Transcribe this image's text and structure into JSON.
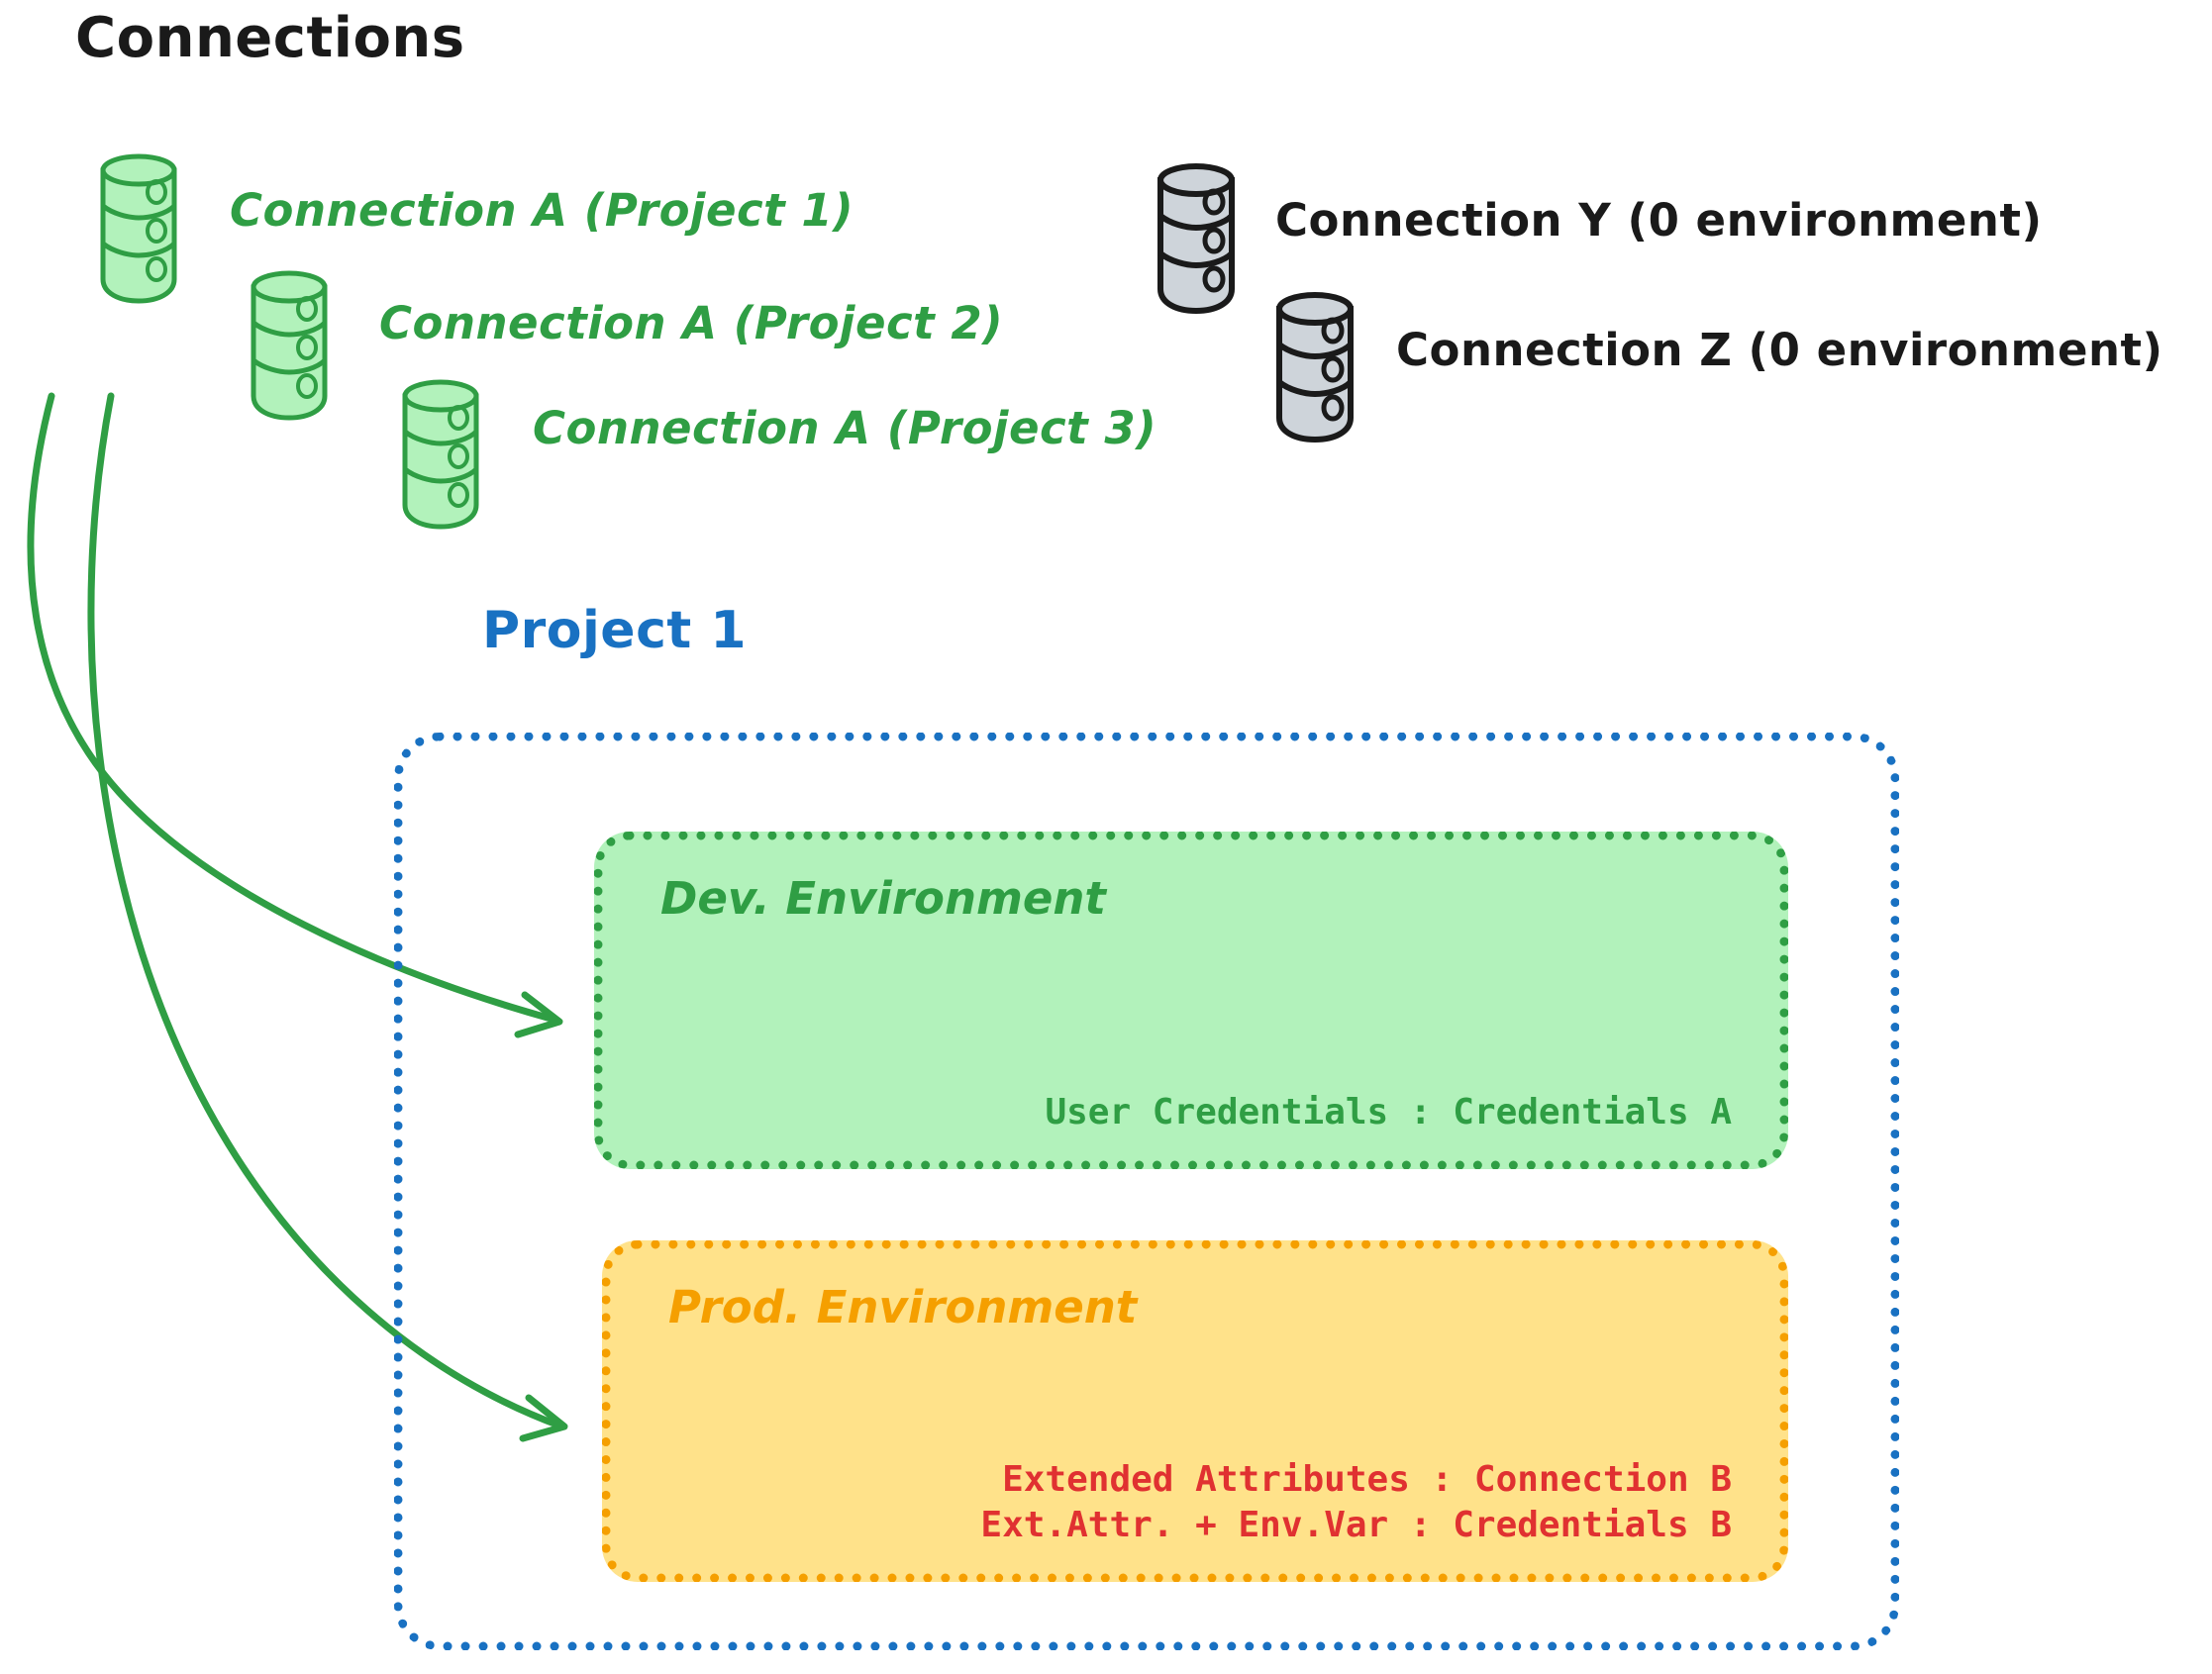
{
  "title": "Connections",
  "connections": {
    "green": [
      {
        "icon": "database-cylinder-icon",
        "label": "Connection A (Project 1)"
      },
      {
        "icon": "database-cylinder-icon",
        "label": "Connection A (Project 2)"
      },
      {
        "icon": "database-cylinder-icon",
        "label": "Connection A (Project 3)"
      }
    ],
    "gray": [
      {
        "icon": "database-cylinder-icon",
        "label": "Connection Y (0 environment)"
      },
      {
        "icon": "database-cylinder-icon",
        "label": "Connection Z (0 environment)"
      }
    ]
  },
  "project": {
    "title": "Project 1",
    "environments": [
      {
        "name": "Dev. Environment",
        "color": "#2f9e44",
        "fill": "#b2f2bb",
        "lines": [
          "User Credentials : Credentials A"
        ]
      },
      {
        "name": "Prod. Environment",
        "color": "#f59f00",
        "fill": "#ffe28a",
        "lines": [
          "Extended Attributes : Connection B",
          "Ext.Attr. + Env.Var : Credentials B"
        ]
      }
    ]
  },
  "colors": {
    "green_stroke": "#2f9e44",
    "green_fill": "#b2f2bb",
    "gray_stroke": "#1a1a1a",
    "gray_fill": "#ced4da",
    "blue": "#1971c2",
    "orange": "#f59f00",
    "red": "#e03131",
    "black": "#1a1a1a"
  },
  "arrows": [
    {
      "from": "Connection A (Project 1)",
      "to": "Dev. Environment"
    },
    {
      "from": "Connection A (Project 1)",
      "to": "Prod. Environment"
    }
  ]
}
